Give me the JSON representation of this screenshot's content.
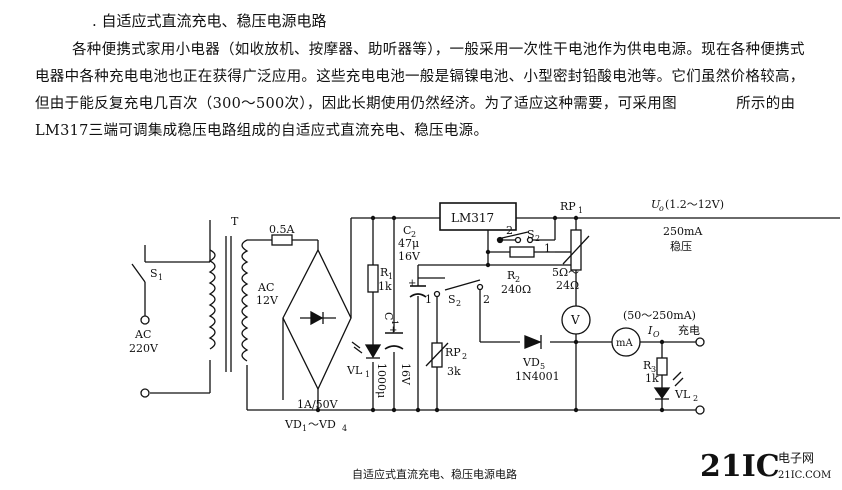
{
  "heading": ". 自适应式直流充电、稳压电源电路",
  "paragraph": "各种便携式家用小电器（如收放机、按摩器、助听器等），一般采用一次性干电池作为供电电源。现在各种便携式电器中各种充电电池也正在获得广泛应用。这些充电电池一般是镉镍电池、小型密封铅酸电池等。它们虽然价格较高，但由于能反复充电几百次（300～500次），因此长期使用仍然经济。为了适应这种需要，可采用图　　　　所示的由LM317三端可调集成稳压电路组成的自适应式直流充电、稳压电源。",
  "caption": "自适应式直流充电、稳压电源电路",
  "labels": {
    "T": "T",
    "S1": "S",
    "S1_sub": "1",
    "ac220_a": "AC",
    "ac220_b": "220V",
    "fuse": "0.5A",
    "ac12_a": "AC",
    "ac12_b": "12V",
    "bridge_a": "1A/50V",
    "bridge_b": "VD",
    "bridge_b1": "1",
    "bridge_b2": "～VD",
    "bridge_b3": "4",
    "R1_a": "R",
    "R1_sub": "1",
    "R1_b": "1k",
    "VL1": "VL",
    "VL1_sub": "1",
    "C1_a": "C",
    "C1_sub": "1",
    "C1_b": "1000μ",
    "C1_c": "16V",
    "C2_a": "C",
    "C2_sub": "2",
    "C2_b": "47μ",
    "C2_c": "16V",
    "lm317": "LM317",
    "S2_top": "S",
    "S2_top_sub": "2",
    "pos2_top": "2",
    "pos1_top": "1",
    "R2_a": "R",
    "R2_sub": "2",
    "R2_b": "240Ω",
    "RP1_a": "RP",
    "RP1_sub": "1",
    "RP1_b": "5Ω～",
    "RP1_c": "24Ω",
    "pos1_low": "1",
    "S2_low": "S",
    "S2_low_sub": "2",
    "pos2_low": "2",
    "RP2_a": "RP",
    "RP2_sub": "2",
    "RP2_b": "3k",
    "VD5_a": "VD",
    "VD5_sub": "5",
    "VD5_b": "1N4001",
    "voltmeter": "V",
    "ammeter": "mA",
    "Uo_main": "U",
    "Uo_sub": "o",
    "Uo_range": "(1.2～12V)",
    "out_a": "250mA",
    "out_b": "稳压",
    "current_range": "(50～250mA)",
    "Io_main": "I",
    "Io_sub": "O",
    "charge": "充电",
    "R3_a": "R",
    "R3_sub": "3",
    "R3_b": "1k",
    "VL2": "VL",
    "VL2_sub": "2",
    "plus": "+"
  },
  "logo": {
    "brand": "21IC",
    "cn": "电子网",
    "url_text": "21IC.COM",
    "color": "#e8a0a0"
  }
}
